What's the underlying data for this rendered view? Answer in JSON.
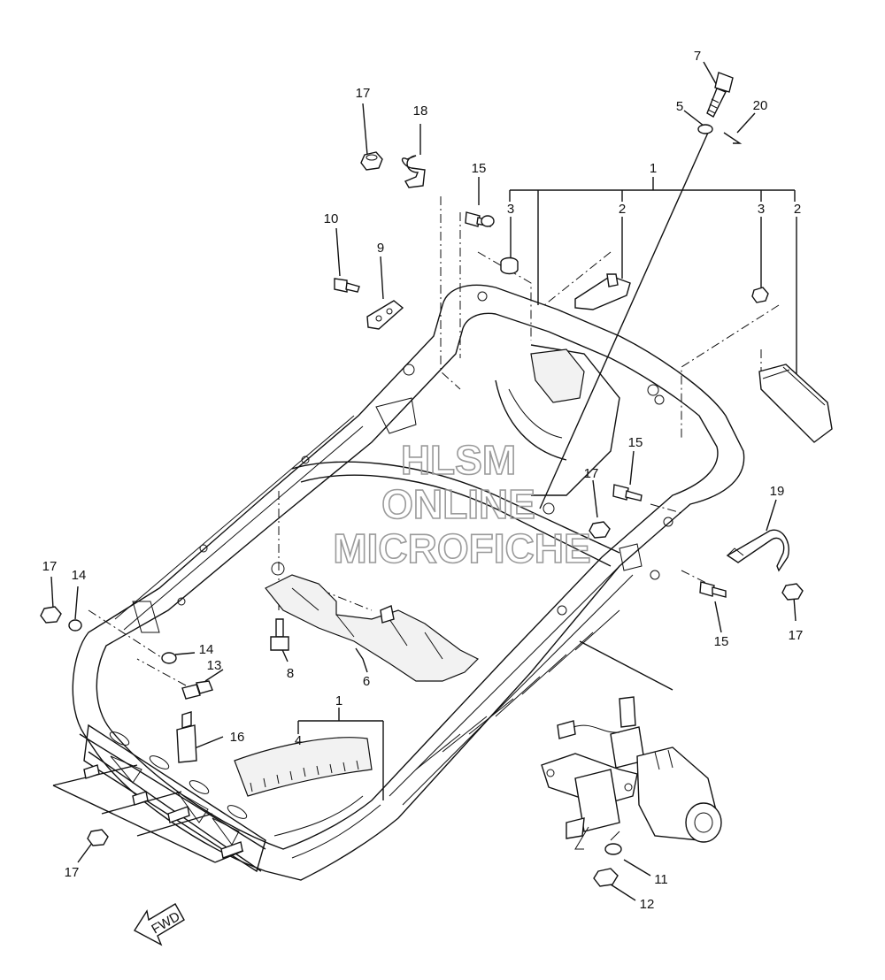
{
  "callouts": {
    "c1_top": "1",
    "c2_a": "2",
    "c2_b": "2",
    "c3_a": "3",
    "c3_b": "3",
    "c5": "5",
    "c7": "7",
    "c20": "20",
    "c17_a": "17",
    "c18": "18",
    "c15_a": "15",
    "c10": "10",
    "c9": "9",
    "c15_b": "15",
    "c17_b": "17",
    "c19": "19",
    "c15_c": "15",
    "c17_c": "17",
    "c17_d": "17",
    "c14_a": "14",
    "c14_b": "14",
    "c13": "13",
    "c8": "8",
    "c6": "6",
    "c1_bottom": "1",
    "c4": "4",
    "c16": "16",
    "c17_e": "17",
    "c11": "11",
    "c12": "12"
  },
  "watermark": {
    "line1": "HLSM",
    "line2": "ONLINE",
    "line3": "MICROFICHE"
  },
  "fwd_label": "FWD",
  "colors": {
    "ink": "#111111",
    "watermark": "#9a9a9a",
    "background": "#ffffff"
  }
}
